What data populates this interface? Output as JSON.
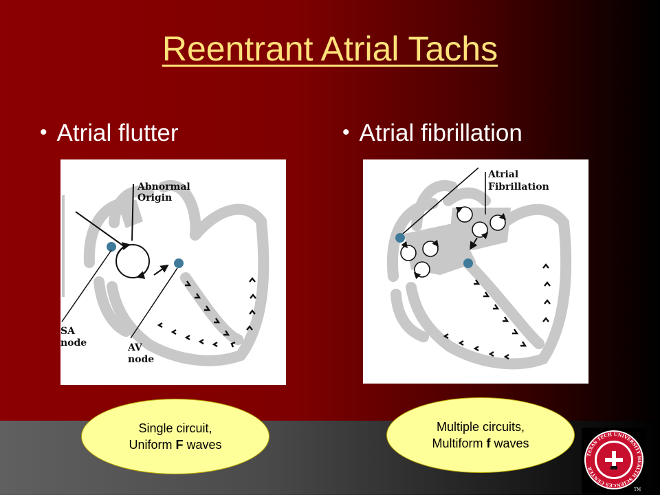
{
  "title": "Reentrant Atrial Tachs",
  "bullets": {
    "left": "Atrial flutter",
    "right": "Atrial fibrillation"
  },
  "left_diagram": {
    "label_abnormal_line1": "Abnormal",
    "label_abnormal_line2": "Origin",
    "label_sa_line1": "SA",
    "label_sa_line2": "node",
    "label_av_line1": "AV",
    "label_av_line2": "node"
  },
  "right_diagram": {
    "label_line1": "Atrial",
    "label_line2": "Fibrillation"
  },
  "callouts": {
    "left_line1": "Single circuit,",
    "left_line2_pre": "Uniform ",
    "left_line2_bold": "F",
    "left_line2_post": " waves",
    "right_line1": "Multiple circuits,",
    "right_line2_pre": "Multiform ",
    "right_line2_bold": "f",
    "right_line2_post": " waves"
  },
  "logo": {
    "ring_text": "TEXAS TECH UNIVERSITY HEALTH SCIENCES CENTER",
    "tm": "TM"
  },
  "colors": {
    "title": "#ffe27a",
    "callout_fill": "#ffff99",
    "heart_gray": "#c8c8c8",
    "node_blue": "#3f7a9a",
    "logo_red": "#c8102e"
  }
}
